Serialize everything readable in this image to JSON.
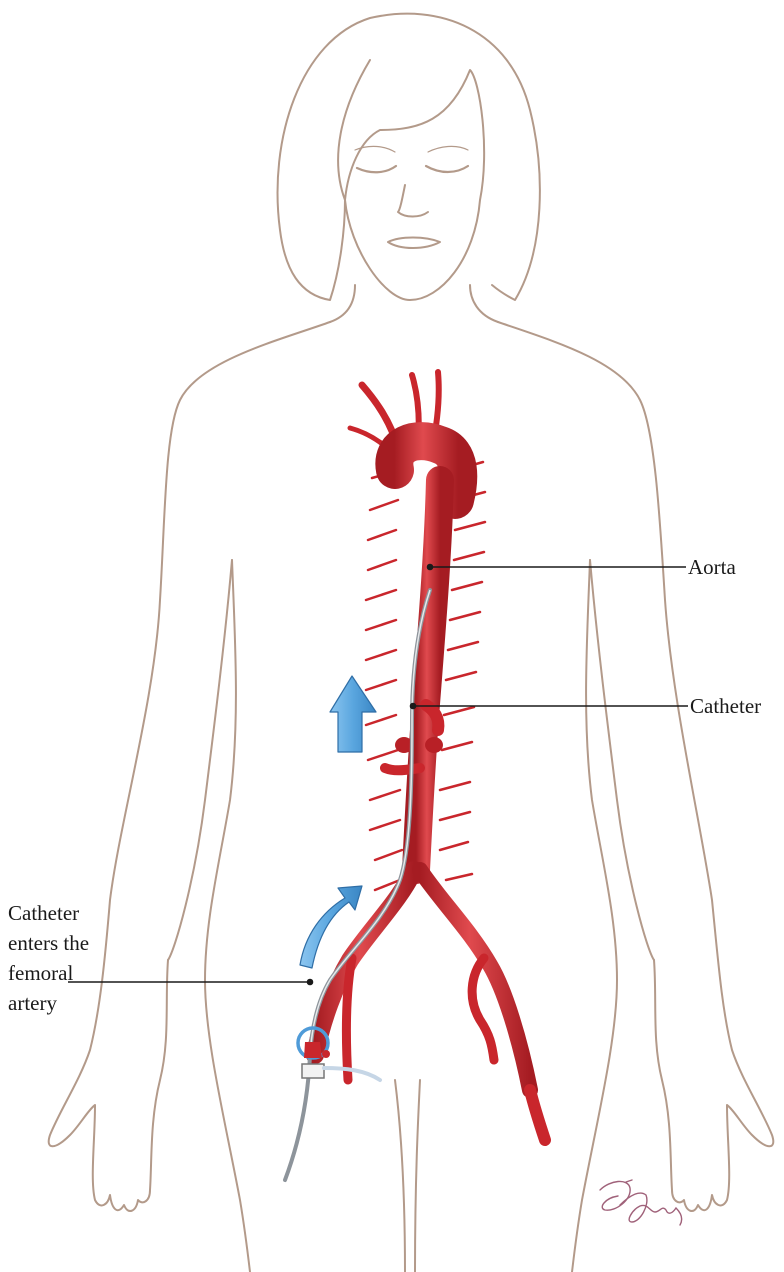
{
  "labels": {
    "aorta": "Aorta",
    "catheter": "Catheter",
    "femoral_line1": "Catheter",
    "femoral_line2": "enters the",
    "femoral_line3": "femoral",
    "femoral_line4": "artery"
  },
  "signature": "J. Gregg",
  "colors": {
    "outline": "#b39a8a",
    "artery": "#c9262c",
    "artery_highlight": "#e8595c",
    "arrow_blue": "#5aa6df",
    "catheter": "#9aa0a6",
    "leader_line": "#1a1a1a"
  },
  "icons": {
    "flow_arrow": "up-arrow-icon",
    "entry_arrow": "curved-arrow-icon"
  }
}
